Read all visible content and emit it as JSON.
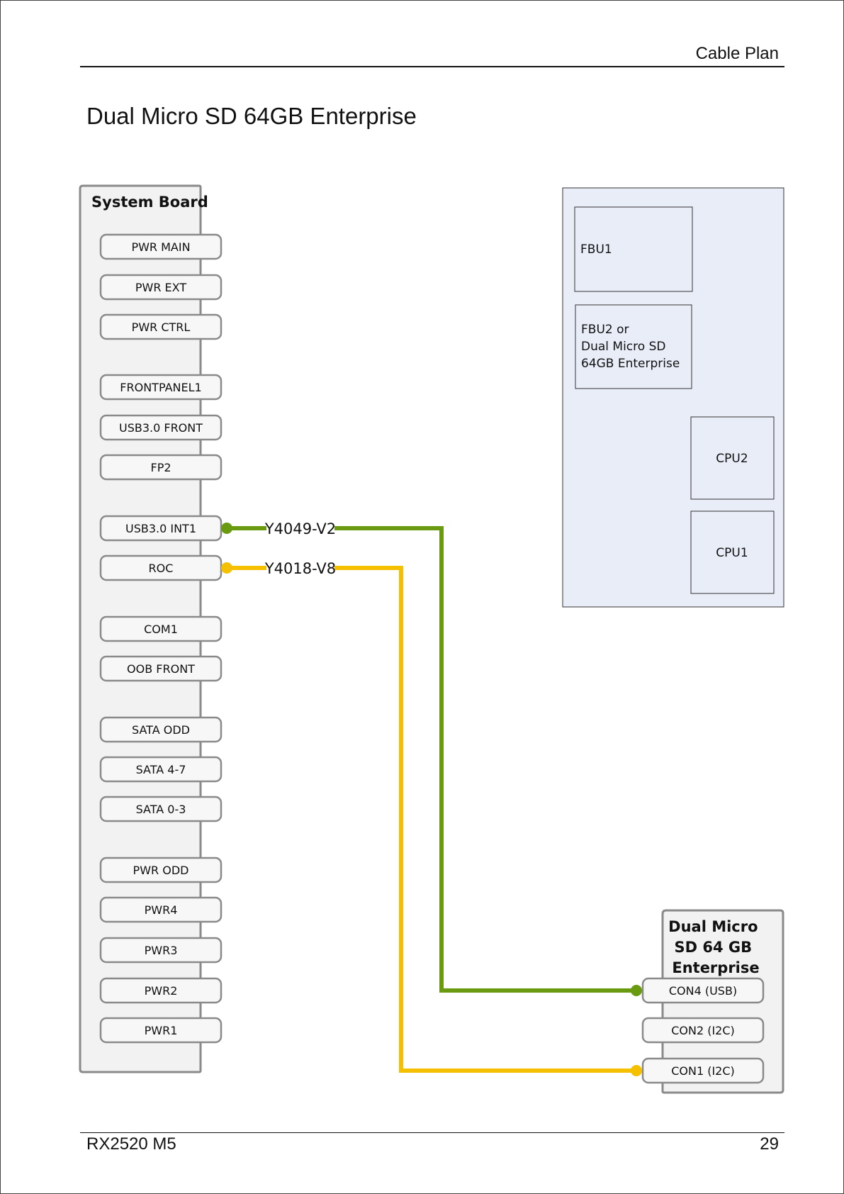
{
  "header": {
    "section_title": "Cable Plan"
  },
  "page_title": "Dual Micro SD 64GB Enterprise",
  "footer": {
    "model": "RX2520 M5",
    "page_number": "29"
  },
  "system_board": {
    "title": "System Board",
    "connectors": [
      "PWR MAIN",
      "PWR EXT",
      "PWR CTRL",
      "FRONTPANEL1",
      "USB3.0 FRONT",
      "FP2",
      "USB3.0 INT1",
      "ROC",
      "COM1",
      "OOB FRONT",
      "SATA ODD",
      "SATA 4-7",
      "SATA 0-3",
      "PWR ODD",
      "PWR4",
      "PWR3",
      "PWR2",
      "PWR1"
    ]
  },
  "chassis": {
    "fbu1": "FBU1",
    "fbu2_lines": [
      "FBU2 or",
      "Dual Micro SD",
      "64GB Enterprise"
    ],
    "cpu2": "CPU2",
    "cpu1": "CPU1"
  },
  "module": {
    "title_lines": [
      "Dual Micro",
      "SD 64 GB",
      "Enterprise"
    ],
    "connectors": [
      "CON4 (USB)",
      "CON2 (I2C)",
      "CON1 (I2C)"
    ]
  },
  "cables": [
    {
      "id": "Y4049-V2",
      "from": "USB3.0 INT1",
      "to": "CON4 (USB)",
      "color": "#6a9a10"
    },
    {
      "id": "Y4018-V8",
      "from": "ROC",
      "to": "CON1 (I2C)",
      "color": "#f5c000"
    }
  ]
}
